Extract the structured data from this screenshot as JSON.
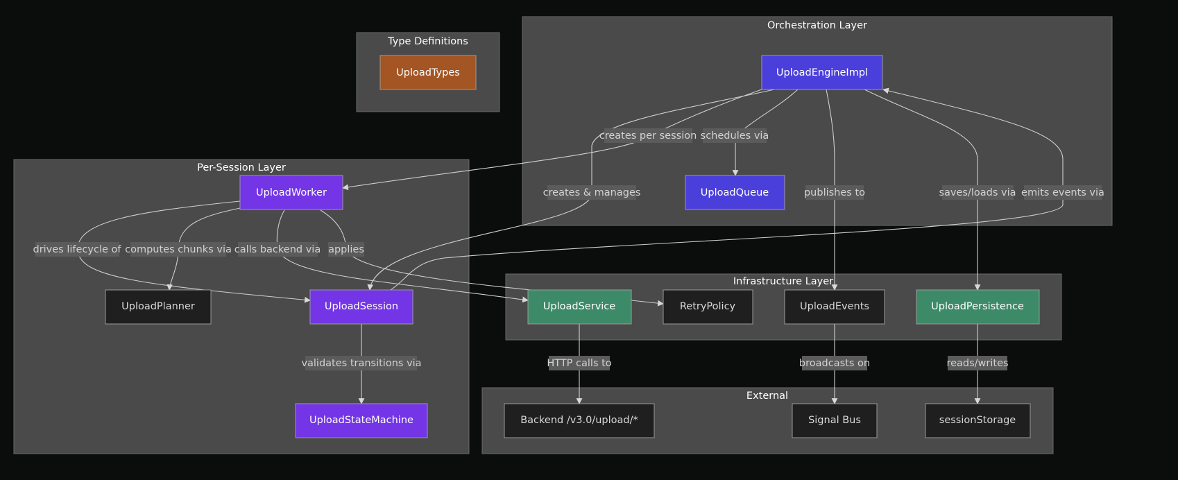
{
  "colors": {
    "background": "#0b0c0c",
    "cluster_fill": "#4a4a4a",
    "orchestration_node": "#4b3fdc",
    "session_node": "#7335e6",
    "infrastructure_node": "#3d8a68",
    "type_node": "#a35523",
    "neutral_node": "#1f1f1f"
  },
  "clusters": {
    "type_defs": "Type Definitions",
    "orchestration": "Orchestration Layer",
    "per_session": "Per-Session Layer",
    "infrastructure": "Infrastructure Layer",
    "external": "External"
  },
  "nodes": {
    "upload_types": "UploadTypes",
    "upload_engine_impl": "UploadEngineImpl",
    "upload_queue": "UploadQueue",
    "upload_worker": "UploadWorker",
    "upload_planner": "UploadPlanner",
    "upload_session": "UploadSession",
    "upload_state_machine": "UploadStateMachine",
    "upload_service": "UploadService",
    "retry_policy": "RetryPolicy",
    "upload_events": "UploadEvents",
    "upload_persistence": "UploadPersistence",
    "backend": "Backend /v3.0/upload/*",
    "signal_bus": "Signal Bus",
    "session_storage": "sessionStorage"
  },
  "edges": {
    "creates_per_session": "creates per session",
    "schedules_via": "schedules via",
    "creates_manages": "creates & manages",
    "publishes_to": "publishes to",
    "saves_loads_via": "saves/loads via",
    "emits_events_via": "emits events via",
    "drives_lifecycle_of": "drives lifecycle of",
    "computes_chunks_via": "computes chunks via",
    "calls_backend_via": "calls backend via",
    "applies": "applies",
    "validates_transitions_via": "validates transitions via",
    "http_calls_to": "HTTP calls to",
    "broadcasts_on": "broadcasts on",
    "reads_writes": "reads/writes"
  }
}
